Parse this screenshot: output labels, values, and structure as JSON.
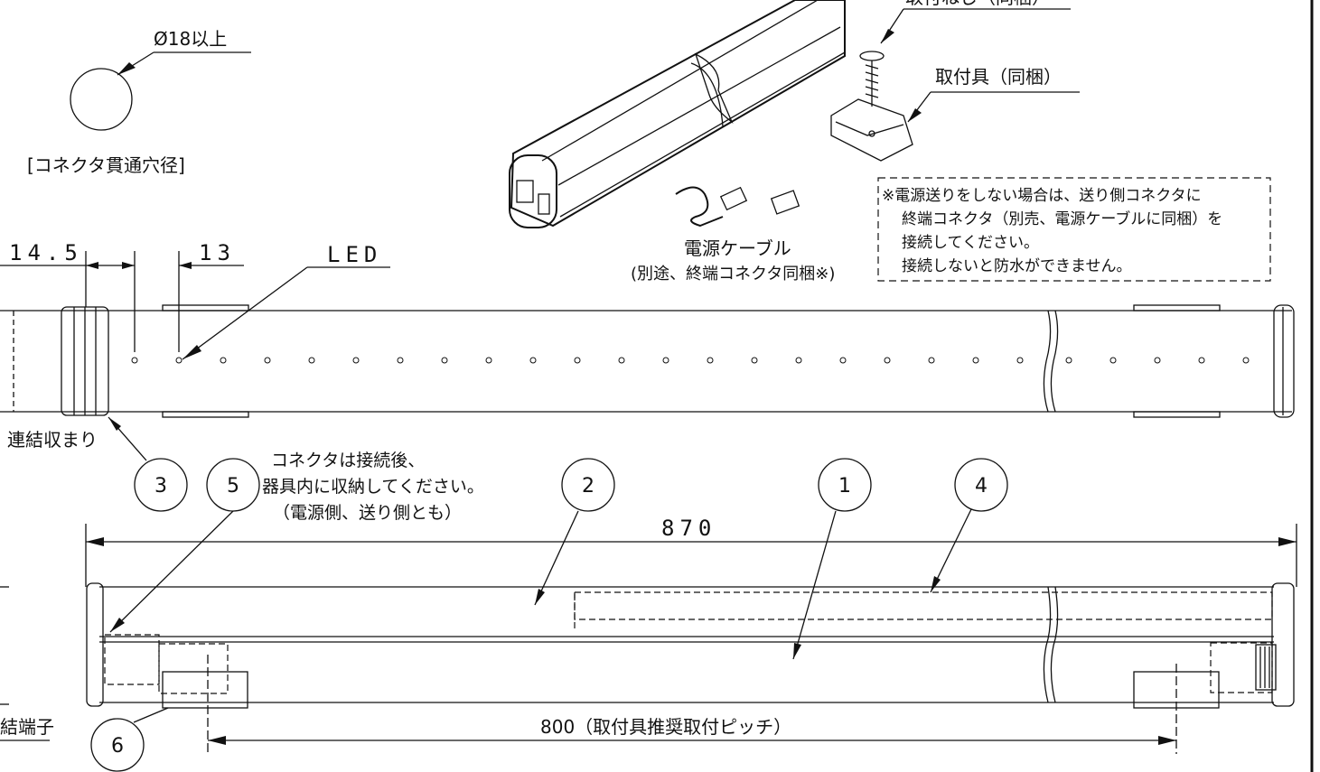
{
  "labels": {
    "hole_diameter": "Ø18以上",
    "connector_hole_caption": "[コネクタ貫通穴径]",
    "screw_caption_partial": "取付ねじ（同梱）",
    "bracket_caption": "取付具（同梱）",
    "cable_title": "電源ケーブル",
    "cable_sub": "(別途、終端コネクタ同梱※)",
    "led": "LED",
    "link_fit": "連結収まり",
    "terminal_partial": "結端子",
    "connector_note_1": "コネクタは接続後、",
    "connector_note_2": "器具内に収納してください。",
    "connector_note_3": "（電源側、送り側とも）"
  },
  "note_box": {
    "line1": "※電源送りをしない場合は、送り側コネクタに",
    "line2": "終端コネクタ（別売、電源ケーブルに同梱）を",
    "line3": "接続してください。",
    "line4": "接続しないと防水ができません。"
  },
  "dimensions": {
    "d1": "14.5",
    "d2": "13",
    "length": "870",
    "pitch": "800（取付具推奨取付ピッチ）"
  },
  "callouts": [
    "3",
    "5",
    "2",
    "1",
    "4",
    "6"
  ]
}
